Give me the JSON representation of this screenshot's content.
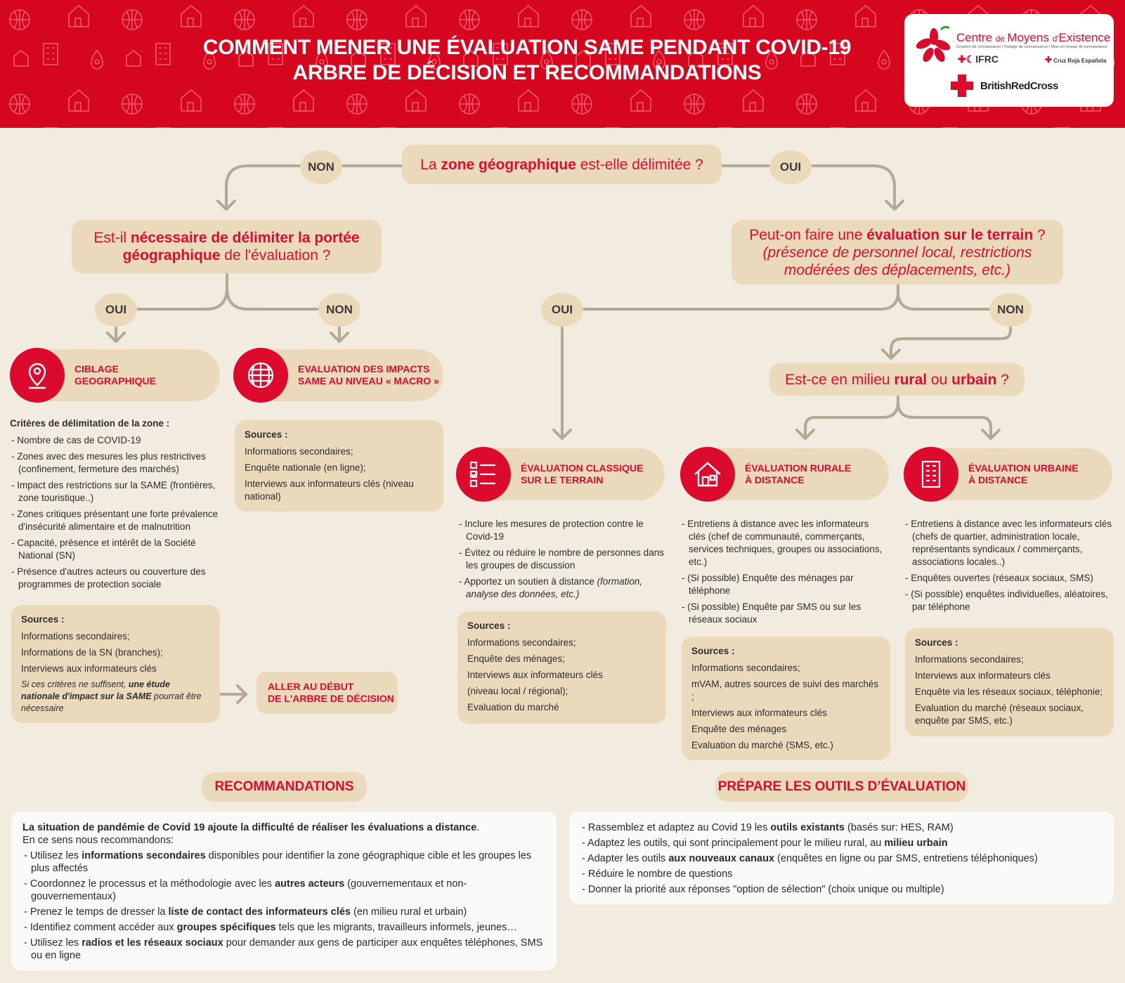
{
  "header": {
    "title_line1": "COMMENT MENER UNE ÉVALUATION SAME PENDANT COVID-19",
    "title_line2": "ARBRE DE DÉCISION ET RECOMMANDATIONS"
  },
  "logos": {
    "cme_a": "Centre ",
    "cme_b": "de ",
    "cme_c": "Moyens ",
    "cme_d": "d'",
    "cme_e": "Existence",
    "cme_sub": "Création de connaissance | Partage de connaissance | Mise en réseau de connaissance",
    "ifrc": "IFRC",
    "cre": "Cruz Roja Española",
    "brc": "BritishRedCross"
  },
  "q1": {
    "pre": "La ",
    "b": "zone géographique",
    "post": " est-elle délimitée ?"
  },
  "q2": {
    "pre": "Est-il ",
    "b": "nécessaire de délimiter la portée géographique",
    "post": " de l'évaluation ?"
  },
  "q3": {
    "pre": "Peut-on faire une ",
    "b": "évaluation sur le terrain",
    "post": " ?",
    "i": "(présence de personnel local, restrictions modérées des déplacements, etc.)"
  },
  "q4": {
    "pre": "Est-ce en milieu ",
    "b1": "rural",
    "mid": " ou ",
    "b2": "urbain",
    "post": " ?"
  },
  "answers": {
    "non": "NON",
    "oui": "OUI"
  },
  "cat_geo": {
    "l1": "CIBLAGE",
    "l2": "GEOGRAPHIQUE"
  },
  "cat_macro": {
    "l1": "EVALUATION DES IMPACTS",
    "l2": "SAME AU NIVEAU « MACRO »"
  },
  "cat_terrain": {
    "l1": "ÉVALUATION CLASSIQUE",
    "l2": "SUR LE TERRAIN"
  },
  "cat_rural": {
    "l1": "ÉVALUATION RURALE",
    "l2": "À DISTANCE"
  },
  "cat_urbain": {
    "l1": "ÉVALUATION URBAINE",
    "l2": "À DISTANCE"
  },
  "geo_criteria": {
    "title": "Critères de délimitation de la zone :",
    "items": [
      "- Nombre de cas de COVID-19",
      "- Zones avec des mesures les plus restrictives (confinement, fermeture des marchés)",
      "- Impact des restrictions sur la SAME (frontières, zone touristique..)",
      "- Zones critiques présentant une forte prévalence d'insécurité alimentaire et de malnutrition",
      "- Capacité, présence et intérêt de la Société National (SN)",
      "- Présence d'autres acteurs ou couverture des programmes de  protection sociale"
    ]
  },
  "geo_sources": {
    "title": "Sources :",
    "items": [
      "Informations secondaires;",
      "Informations de la SN (branches);",
      "Interviews aux informateurs clés"
    ],
    "note_pre": "Si ces critères ne suffisent, ",
    "note_b": "une étude nationale d'impact sur la SAME",
    "note_post": " pourrait être nécessaire"
  },
  "goto": {
    "l1": "ALLER AU DÉBUT",
    "l2": "DE L'ARBRE DE DÉCISION"
  },
  "macro_sources": {
    "title": "Sources :",
    "items": [
      "Informations secondaires;",
      "Enquête nationale (en ligne);",
      "Interviews aux informateurs clés (niveau national)"
    ]
  },
  "terrain_list": {
    "items": [
      "- Inclure les mesures de protection contre le  Covid-19",
      "- Évitez ou réduire le nombre de personnes dans les groupes de discussion"
    ],
    "last_pre": "- Apportez un soutien à distance  ",
    "last_i": "(formation, analyse des données, etc.)"
  },
  "terrain_sources": {
    "title": "Sources :",
    "items": [
      "Informations secondaires;",
      "Enquête  des ménages;",
      "Interviews aux informateurs clés",
      "(niveau local / régional);",
      "Evaluation du marché"
    ]
  },
  "rural_list": {
    "items": [
      "- Entretiens à distance avec les informateurs clés (chef de communauté, commerçants, services techniques, groupes ou associations, etc.)",
      "- (Si possible) Enquête des ménages par téléphone",
      "- (Si possible) Enquête par SMS ou sur les réseaux sociaux"
    ]
  },
  "rural_sources": {
    "title": "Sources :",
    "items": [
      "Informations secondaires;",
      "mVAM, autres sources de suivi des marchés ;",
      "Interviews aux informateurs clés",
      "Enquête des ménages",
      "Evaluation du marché (SMS, etc.)"
    ]
  },
  "urbain_list": {
    "items": [
      "- Entretiens à distance avec les informateurs clés (chefs de quartier, administration locale, représentants syndicaux / commerçants, associations locales..)",
      "- Enquêtes ouvertes  (réseaux sociaux, SMS)",
      "- (Si possible) enquêtes  individuelles, aléatoires, par téléphone"
    ]
  },
  "urbain_sources": {
    "title": "Sources :",
    "items": [
      "Informations secondaires;",
      "Interviews aux informateurs clés",
      "Enquête via les réseaux sociaux, téléphonie;",
      "Evaluation du marché (réseaux sociaux, enquête par SMS, etc.)"
    ]
  },
  "reco": {
    "title": "RECOMMANDATIONS",
    "intro_b": "La situation de pandémie de Covid 19 ajoute la difficulté de réaliser les évaluations a distance",
    "intro_dot": ".",
    "intro2": "En ce sens nous recommandons:",
    "items": [
      {
        "a": "- Utilisez les ",
        "b": "informations secondaires",
        "c": " disponibles pour identifier la zone géographique cible et les groupes les plus affectés"
      },
      {
        "a": "- Coordonnez le processus et la méthodologie avec les ",
        "b": "autres acteurs",
        "c": " (gouvernementaux et non- gouvernementaux)"
      },
      {
        "a": "- Prenez le temps de dresser la ",
        "b": "liste de contact des informateurs clés",
        "c": " (en milieu rural et urbain)"
      },
      {
        "a": "- Identifiez comment accéder aux ",
        "b": "groupes spécifiques",
        "c": " tels que les migrants, travailleurs informels, jeunes…"
      },
      {
        "a": "- Utilisez les ",
        "b": "radios et les réseaux sociaux",
        "c": " pour demander aux gens de participer aux enquêtes téléphones, SMS ou en ligne"
      }
    ]
  },
  "tools": {
    "title": "PRÉPARE LES OUTILS D’ÉVALUATION",
    "items": [
      {
        "a": "- Rassemblez et adaptez au Covid 19 les ",
        "b": "outils existants",
        "c": " (basés sur: HES, RAM)"
      },
      {
        "a": "- Adaptez les outils, qui sont principalement pour le milieu rural,  au ",
        "b": "milieu urbain",
        "c": ""
      },
      {
        "a": "- Adapter les outils ",
        "b": "aux nouveaux canaux",
        "c": " (enquêtes en ligne ou par SMS, entretiens téléphoniques)"
      },
      {
        "a": "  - Réduire le nombre de questions",
        "b": "",
        "c": ""
      },
      {
        "a": "  - Donner la priorité aux réponses \"option de sélection\" (choix unique ou multiple)",
        "b": "",
        "c": ""
      }
    ]
  },
  "colors": {
    "red": "#dc0a2d",
    "beige": "#ebd9bc",
    "bg": "#f2ebdf",
    "line": "#b5a994"
  }
}
